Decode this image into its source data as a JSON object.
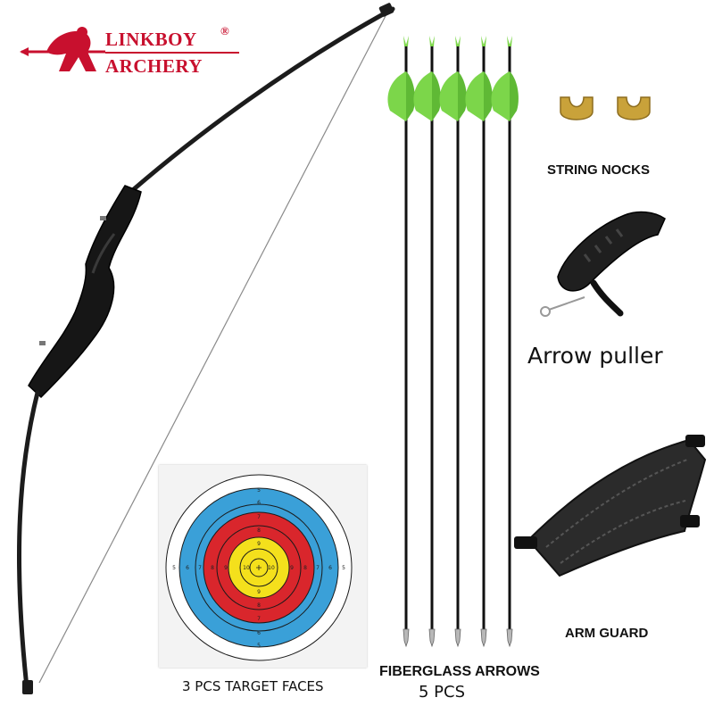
{
  "brand": {
    "line1": "LINKBOY",
    "line2": "ARCHERY",
    "registered": "®",
    "color": "#c8102e"
  },
  "labels": {
    "string_nocks": "STRING NOCKS",
    "arrow_puller": "Arrow puller",
    "arm_guard": "ARM GUARD",
    "fiberglass_arrows": "FIBERGLASS ARROWS",
    "arrow_count": "5 PCS",
    "target_faces": "3 PCS TARGET FACES"
  },
  "target": {
    "ring_numbers_vertical": [
      "5",
      "6",
      "7",
      "8",
      "9",
      "9",
      "8",
      "7",
      "6",
      "5"
    ],
    "ring_numbers_horizontal": [
      "5",
      "6",
      "7",
      "8",
      "9",
      "10",
      "10",
      "9",
      "8",
      "7",
      "6",
      "5"
    ],
    "ring_colors": [
      "#ffffff",
      "#1a1a1a",
      "#3aa0d8",
      "#d9262c",
      "#f4e01c"
    ]
  },
  "colors": {
    "bow": "#1c1c1c",
    "arrow_shaft": "#111111",
    "fletching": "#7cd64a",
    "nock_gold": "#c9a23a"
  },
  "icons": [
    "archer-logo-icon",
    "bow-icon",
    "arrow-icon",
    "string-nock-icon",
    "arrow-puller-icon",
    "arm-guard-icon",
    "target-face-icon"
  ]
}
